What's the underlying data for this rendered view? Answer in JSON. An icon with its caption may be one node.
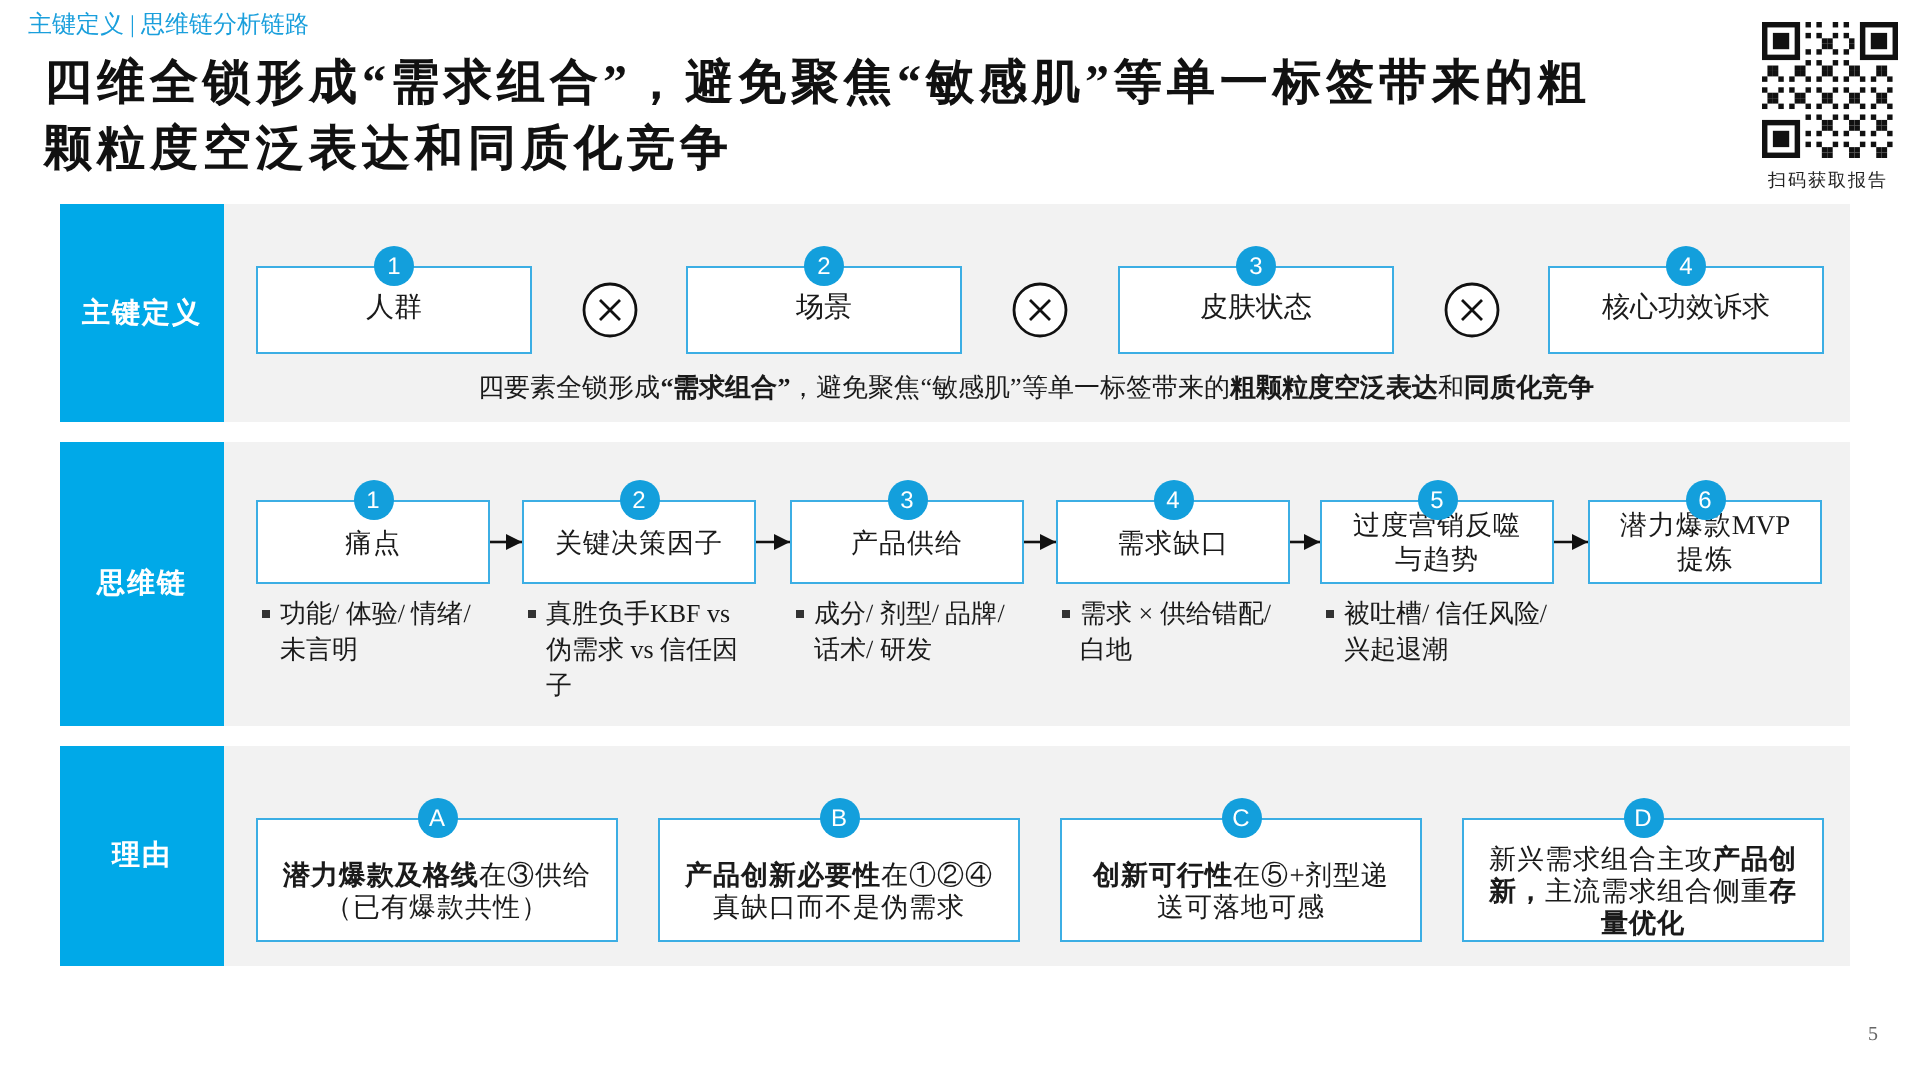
{
  "diagram": {
    "title": "四维全锁形成“需求组合”，避免聚焦“敏感肌”等单一标签带来的粗颗粒度空泛表达和同质化竞争",
    "nodes": [
      {
        "text": [
          "主键定义",
          "四要素全锁形成**“需求组合”**，避免聚焦“敏感肌”等单一标签带来的**粗颗粒度空泛表达**和**同质化竞争**"
        ]
      },
      {
        "text": [
          "人群"
        ],
        "in": 0,
        "beside": [
          "1"
        ]
      },
      {
        "text": [
          "场景"
        ],
        "in": 0,
        "beside": [
          "2"
        ]
      },
      {
        "text": [
          "皮肤状态"
        ],
        "in": 0,
        "beside": [
          "3"
        ]
      },
      {
        "text": [
          "核心功效诉求"
        ],
        "in": 0,
        "beside": [
          "4"
        ]
      },
      {
        "text": [
          "思维链"
        ]
      },
      {
        "text": [
          "痛点"
        ],
        "in": 5,
        "beside": [
          "1",
          "功能/ 体验/ 情绪/ 未言明"
        ]
      },
      {
        "text": [
          "关键决策因子"
        ],
        "in": 5,
        "beside": [
          "2",
          "真胜负手KBF vs 伪需求 vs 信任因子"
        ]
      },
      {
        "text": [
          "产品供给"
        ],
        "in": 5,
        "beside": [
          "3",
          "成分/ 剂型/ 品牌/ 话术/ 研发"
        ]
      },
      {
        "text": [
          "需求缺口"
        ],
        "in": 5,
        "beside": [
          "4",
          "需求 × 供给错配/ 白地"
        ]
      },
      {
        "text": [
          "过度营销反噬与趋势"
        ],
        "in": 5,
        "beside": [
          "5",
          "被吐槽/ 信任风险/ 兴起退潮"
        ]
      },
      {
        "text": [
          "潜力爆款MVP提炼"
        ],
        "in": 5,
        "beside": [
          "6"
        ]
      },
      {
        "text": [
          "理由"
        ]
      },
      {
        "text": [
          "**潜力爆款及格线**在③供给（已有爆款共性）"
        ],
        "in": 12,
        "beside": [
          "A"
        ]
      },
      {
        "text": [
          "**产品创新必要性**在①②④真缺口而不是伪需求"
        ],
        "in": 12,
        "beside": [
          "B"
        ]
      },
      {
        "text": [
          "**创新可行性**在⑤+剂型递送可落地可感"
        ],
        "in": 12,
        "beside": [
          "C"
        ]
      },
      {
        "text": [
          "新兴需求组合主攻**产品创新，**主流需求组合侧重**存量优化**"
        ],
        "in": 12,
        "beside": [
          "D"
        ]
      }
    ],
    "edges": [
      {
        "from": 6,
        "to": 7,
        "arrow": "to"
      },
      {
        "from": 7,
        "to": 8,
        "arrow": "to"
      },
      {
        "from": 8,
        "to": 9,
        "arrow": "to"
      },
      {
        "from": 9,
        "to": 10,
        "arrow": "to"
      },
      {
        "from": 10,
        "to": 11,
        "arrow": "to"
      }
    ],
    "labels": [
      "主键定义 | 思维链分析链路",
      "扫码获取报告",
      "5"
    ]
  }
}
